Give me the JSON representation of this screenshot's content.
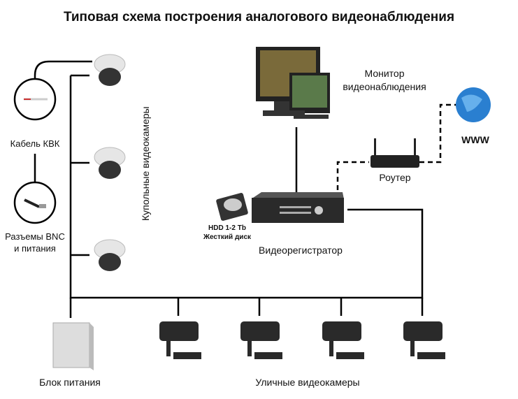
{
  "title": "Типовая схема построения аналогового видеонаблюдения",
  "labels": {
    "cable": "Кабель КВК",
    "connectors_1": "Разъемы BNC",
    "connectors_2": "и питания",
    "dome_cameras": "Купольные видеокамеры",
    "monitor_1": "Монитор",
    "monitor_2": "видеонаблюдения",
    "www": "WWW",
    "router": "Роутер",
    "hdd_1": "HDD 1-2 Tb",
    "hdd_2": "Жесткий диск",
    "dvr": "Видеорегистратор",
    "power": "Блок питания",
    "street_cameras": "Уличные видеокамеры"
  },
  "colors": {
    "line": "#000000",
    "globe": "#2a7fd0"
  }
}
